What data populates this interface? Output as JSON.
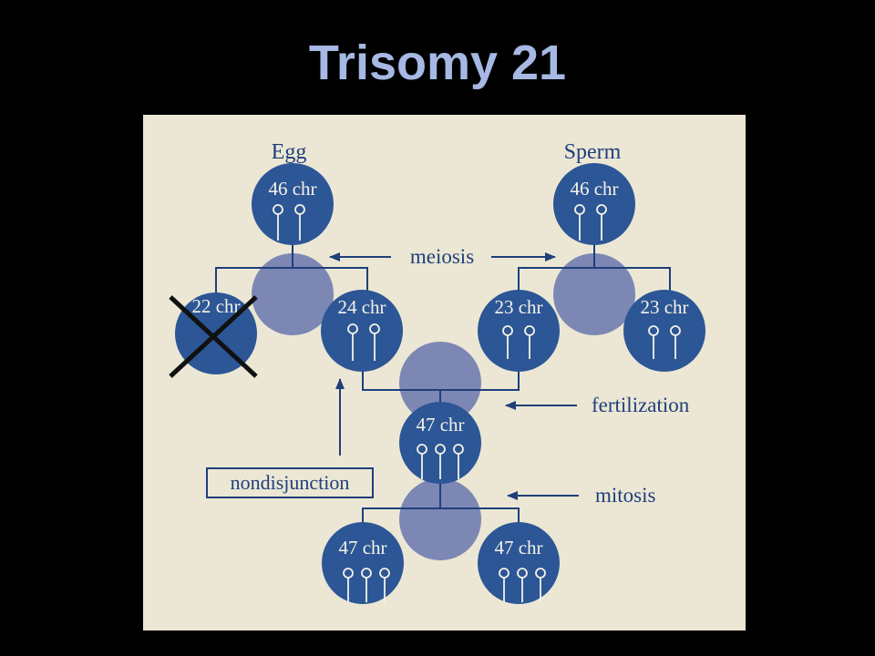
{
  "title": "Trisomy 21",
  "diagram": {
    "egg_label": "Egg",
    "sperm_label": "Sperm",
    "meiosis_label": "meiosis",
    "fertilization_label": "fertilization",
    "mitosis_label": "mitosis",
    "nondisjunction_label": "nondisjunction",
    "cells": {
      "egg_parent": "46 chr",
      "sperm_parent": "46 chr",
      "egg_left": "22 chr",
      "egg_right": "24 chr",
      "sperm_left": "23 chr",
      "sperm_right": "23 chr",
      "zygote": "47 chr",
      "daughter_left": "47 chr",
      "daughter_right": "47 chr"
    },
    "colors": {
      "background": "#000000",
      "panel": "#ebe7d4",
      "cell": "#2c5695",
      "dividing_cell": "#7d87b4",
      "ink": "#1f3f7b",
      "title": "#a6b8e3"
    }
  }
}
